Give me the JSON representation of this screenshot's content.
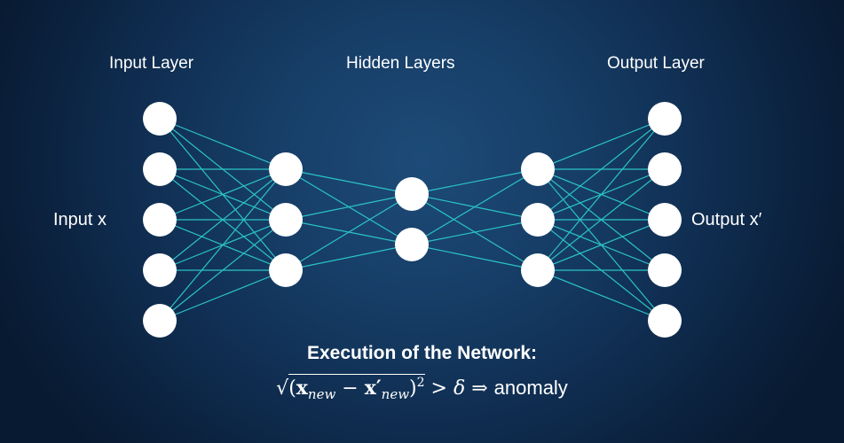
{
  "labels": {
    "input_layer": "Input Layer",
    "hidden_layers": "Hidden Layers",
    "output_layer": "Output Layer",
    "input": "Input x",
    "output": "Output x′"
  },
  "network": {
    "layer_sizes": [
      5,
      3,
      2,
      3,
      5
    ],
    "node_color": "#ffffff",
    "edge_color": "#2bc4c6"
  },
  "formula": {
    "title": "Execution of the Network:",
    "sqrt": "√",
    "open_paren": "(",
    "x": "x",
    "sub_new": "new",
    "minus": " − ",
    "x_prime": "x′",
    "close_paren": ")",
    "exponent": "2",
    "gt": " > ",
    "delta": "δ",
    "implies": " ⇒ ",
    "result": "anomaly"
  }
}
